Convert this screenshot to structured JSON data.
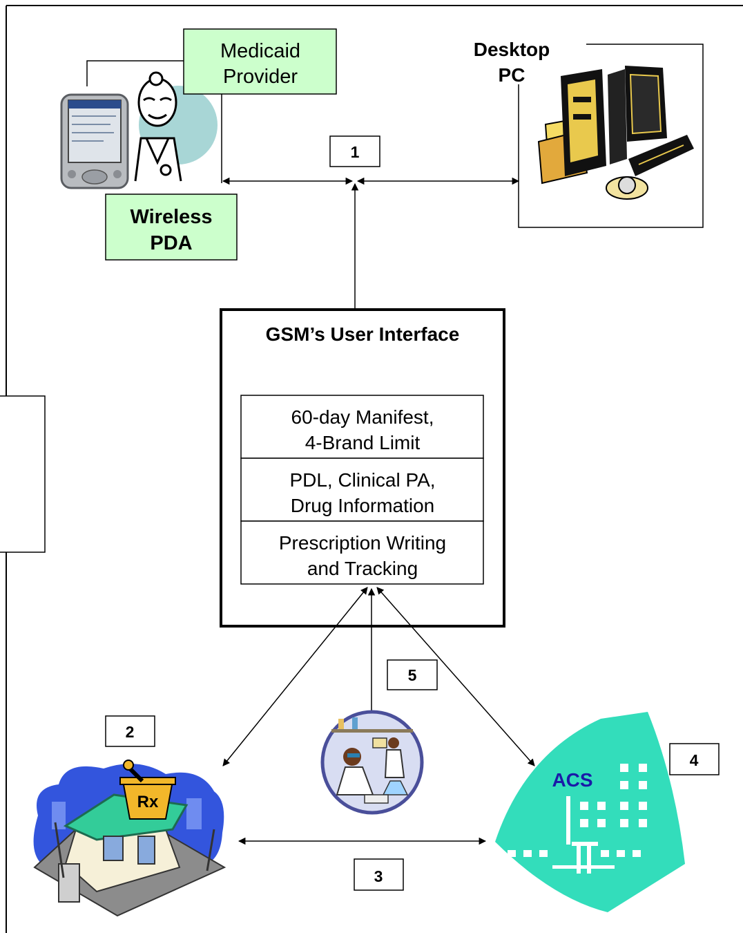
{
  "labels": {
    "medicaid_provider": [
      "Medicaid",
      "Provider"
    ],
    "wireless_pda": [
      "Wireless",
      "PDA"
    ],
    "desktop_pc": [
      "Desktop",
      "PC"
    ],
    "gsm_title": "GSM’s User Interface",
    "module_1": [
      "60-day Manifest,",
      "4-Brand Limit"
    ],
    "module_2": [
      "PDL, Clinical PA,",
      "Drug Information"
    ],
    "module_3": [
      "Prescription Writing",
      "and Tracking"
    ],
    "acs": "ACS",
    "pharmacy_sign": "Rx"
  },
  "numbers": [
    "1",
    "2",
    "3",
    "4",
    "5"
  ],
  "colors": {
    "label_green": "#ccffcc",
    "hospital_teal": "#33ddbb",
    "acs_text": "#1a1aa8",
    "pharmacy_roof": "#33cc99",
    "pharmacy_sky": "#3355dd",
    "mortar_yellow": "#f2b72a"
  }
}
